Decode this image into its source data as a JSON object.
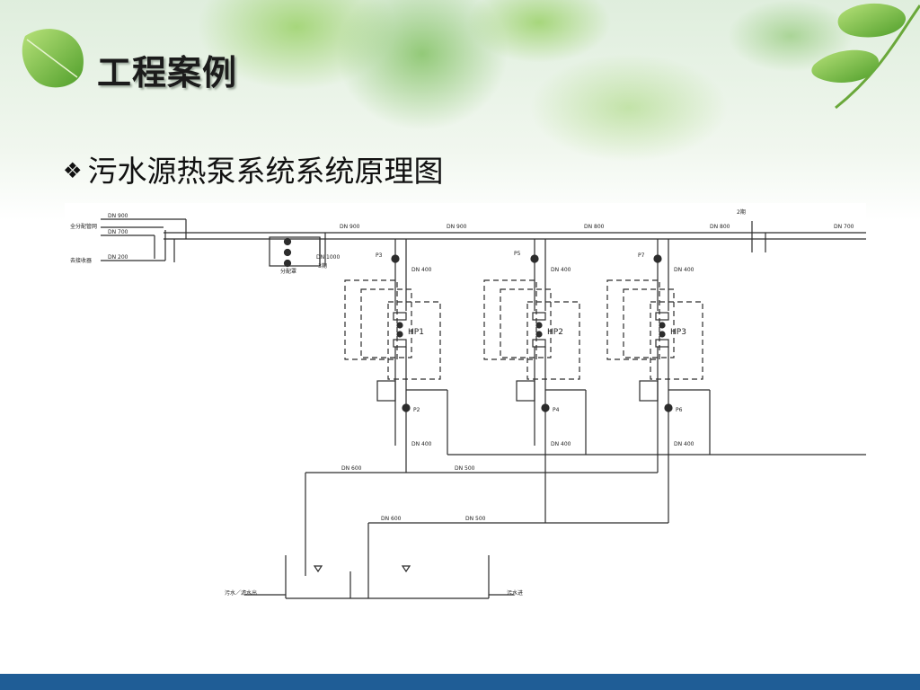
{
  "slide": {
    "title": "工程案例",
    "subtitle": "污水源热泵系统系统原理图",
    "bullet": "❖"
  },
  "diagram": {
    "supply_labels": [
      "全分配管网",
      "去接收器"
    ],
    "supply_dn": [
      "DN 900",
      "DN 700",
      "DN 200"
    ],
    "mainline_dn": [
      "DN 900",
      "DN 900",
      "DN 800",
      "DN 800",
      "DN 700"
    ],
    "mainline_mark": "2期",
    "manifold_label": "分配罩",
    "branch_dn": [
      "DN 1000",
      "3期"
    ],
    "units": [
      {
        "hp": "HP1",
        "upper_pump": "P3",
        "lower_pump": "P2",
        "dn_top": "DN 400",
        "dn_bottom": "DN 400"
      },
      {
        "hp": "HP2",
        "upper_pump": "P5",
        "lower_pump": "P4",
        "dn_top": "DN 400",
        "dn_bottom": "DN 400"
      },
      {
        "hp": "HP3",
        "upper_pump": "P7",
        "lower_pump": "P6",
        "dn_top": "DN 400",
        "dn_bottom": "DN 400"
      }
    ],
    "return_dn": [
      "DN 600",
      "DN 500",
      "DN 600",
      "DN 500"
    ],
    "tank_inlet": "污水／滤水出",
    "tank_outlet": "污水进"
  }
}
